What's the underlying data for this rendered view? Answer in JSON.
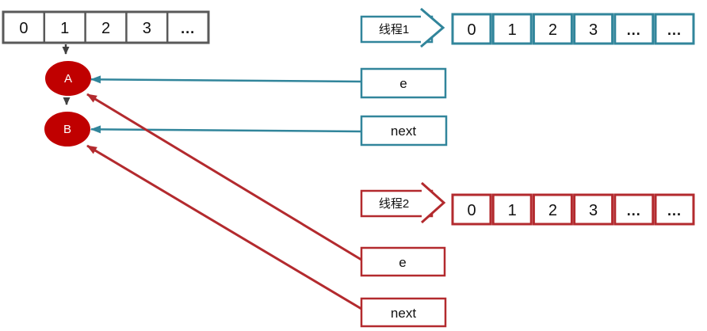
{
  "colors": {
    "teal": "#31859B",
    "red": "#B32A2E",
    "node_fill": "#C00000",
    "array_gray": "#595959",
    "connector_gray": "#404040"
  },
  "main_array": {
    "cells": [
      "0",
      "1",
      "2",
      "3",
      "..."
    ]
  },
  "nodes": {
    "a": "A",
    "b": "B"
  },
  "thread1": {
    "label": "线程1",
    "cells": [
      "0",
      "1",
      "2",
      "3",
      "...",
      "..."
    ],
    "pointers": {
      "e": "e",
      "next": "next"
    }
  },
  "thread2": {
    "label": "线程2",
    "cells": [
      "0",
      "1",
      "2",
      "3",
      "...",
      "..."
    ],
    "pointers": {
      "e": "e",
      "next": "next"
    }
  }
}
